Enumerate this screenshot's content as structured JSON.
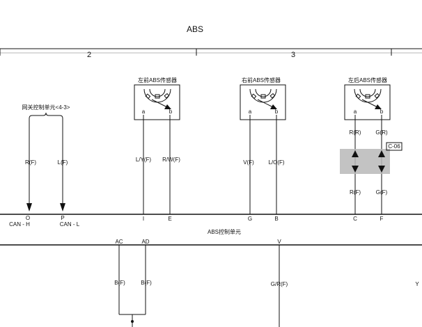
{
  "title": "ABS",
  "columns": [
    "2",
    "3"
  ],
  "gateway": {
    "label": "网关控制单元<4-3>",
    "wires": [
      "R(F)",
      "L(F)"
    ],
    "pins": [
      "O",
      "P"
    ],
    "signals": [
      "CAN - H",
      "CAN - L"
    ]
  },
  "sensors": [
    {
      "name": "左前ABS传感器",
      "pin_a": "a",
      "pin_b": "b",
      "wires": [
        "L/Y(F)",
        "R/W(F)"
      ],
      "pins": [
        "I",
        "E"
      ]
    },
    {
      "name": "右前ABS传感器",
      "pin_a": "a",
      "pin_b": "b",
      "wires": [
        "V(F)",
        "L/O(F)"
      ],
      "pins": [
        "G",
        "B"
      ]
    },
    {
      "name": "左后ABS传感器",
      "pin_a": "a",
      "pin_b": "b",
      "wires_top": [
        "R(R)",
        "G(R)"
      ],
      "connector": "C-06",
      "wires": [
        "R(F)",
        "G(F)"
      ],
      "pins": [
        "C",
        "F"
      ]
    }
  ],
  "control_unit": "ABS控制单元",
  "lower": {
    "pins": [
      "AC",
      "AD",
      "V"
    ],
    "wires": [
      "B(F)",
      "B(F)",
      "G/R(F)"
    ],
    "edge_mark": "Y"
  }
}
